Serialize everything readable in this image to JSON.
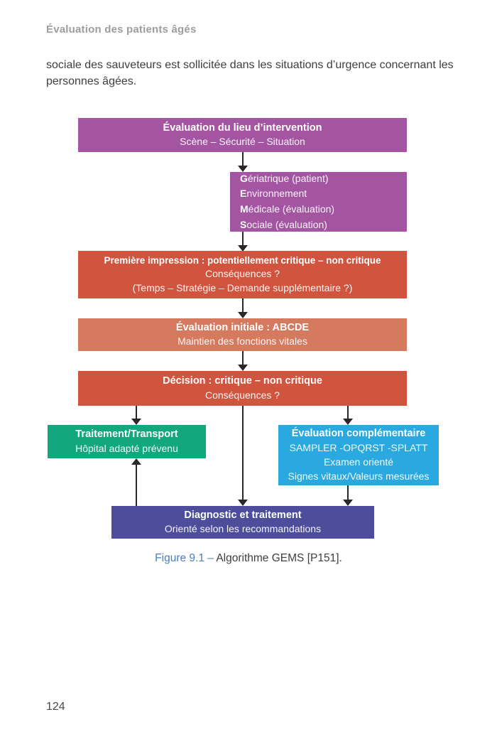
{
  "page": {
    "running_header": "Évaluation des patients âgés",
    "body_text": "sociale des sauveteurs est sollicitée dans les situations d’urgence concernant les personnes âgées.",
    "page_number": "124"
  },
  "figure": {
    "caption_label": "Figure 9.1 – ",
    "caption_text": "Algorithme GEMS [P151].",
    "colors": {
      "purple": "#a355a2",
      "red": "#d1543f",
      "salmon": "#d5795f",
      "green": "#13a77e",
      "blue": "#29a9e0",
      "indigo": "#4e4d9b",
      "arrow": "#2b2728",
      "caption_accent": "#4a7dbe",
      "header_gray": "#9d9d9d",
      "text_dark": "#3e3e3e"
    },
    "nodes": {
      "lieu": {
        "title": "Évaluation du lieu d’intervention",
        "subtitle": "Scène – Sécurité – Situation"
      },
      "gems": {
        "lines": [
          {
            "initial": "G",
            "rest": "ériatrique (patient)"
          },
          {
            "initial": "E",
            "rest": "nvironnement"
          },
          {
            "initial": "M",
            "rest": "édicale (évaluation)"
          },
          {
            "initial": "S",
            "rest": "ociale (évaluation)"
          }
        ]
      },
      "premiere": {
        "title": "Première impression : potentiellement critique – non critique",
        "lines": [
          "Conséquences ?",
          "(Temps – Stratégie – Demande supplémentaire ?)"
        ]
      },
      "initiale": {
        "title": "Évaluation initiale : ABCDE",
        "subtitle": "Maintien des fonctions vitales"
      },
      "decision": {
        "title": "Décision : critique – non critique",
        "subtitle": "Conséquences ?"
      },
      "traitement": {
        "title": "Traitement/Transport",
        "subtitle": "Hôpital adapté prévenu"
      },
      "complementaire": {
        "title": "Évaluation complémentaire",
        "lines": [
          "SAMPLER -OPQRST -SPLATT",
          "Examen orienté",
          "Signes vitaux/Valeurs mesurées"
        ]
      },
      "diagnostic": {
        "title": "Diagnostic et traitement",
        "subtitle": "Orienté selon les recommandations"
      }
    }
  }
}
